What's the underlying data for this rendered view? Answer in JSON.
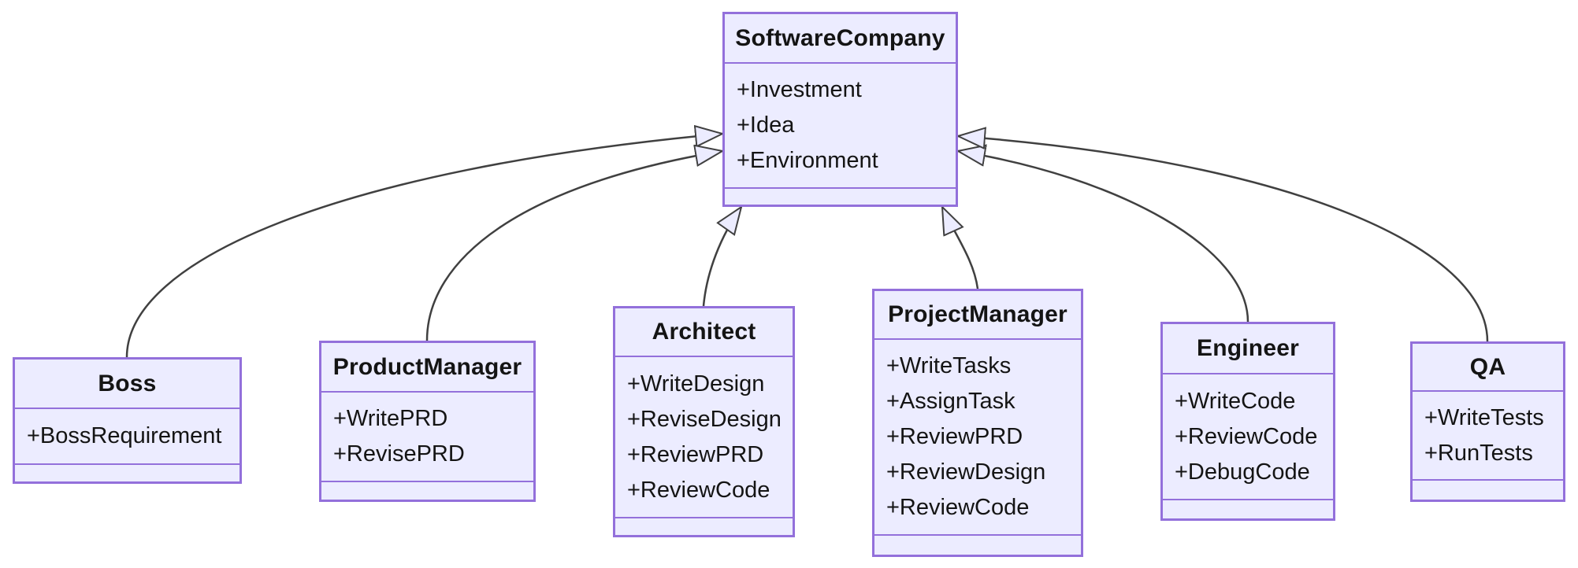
{
  "diagram": {
    "kind": "uml-class-diagram",
    "colors": {
      "background": "#ffffff",
      "node_fill": "#ECECFF",
      "node_border": "#9370DB",
      "edge_line": "#404040",
      "arrowhead_fill": "#ECECFF",
      "text": "#141414"
    },
    "classes": [
      {
        "name": "SoftwareCompany",
        "attributes": [
          "+Investment",
          "+Idea",
          "+Environment"
        ],
        "methods": []
      },
      {
        "name": "Boss",
        "attributes": [
          "+BossRequirement"
        ],
        "methods": []
      },
      {
        "name": "ProductManager",
        "attributes": [
          "+WritePRD",
          "+RevisePRD"
        ],
        "methods": []
      },
      {
        "name": "Architect",
        "attributes": [
          "+WriteDesign",
          "+ReviseDesign",
          "+ReviewPRD",
          "+ReviewCode"
        ],
        "methods": []
      },
      {
        "name": "ProjectManager",
        "attributes": [
          "+WriteTasks",
          "+AssignTask",
          "+ReviewPRD",
          "+ReviewDesign",
          "+ReviewCode"
        ],
        "methods": []
      },
      {
        "name": "Engineer",
        "attributes": [
          "+WriteCode",
          "+ReviewCode",
          "+DebugCode"
        ],
        "methods": []
      },
      {
        "name": "QA",
        "attributes": [
          "+WriteTests",
          "+RunTests"
        ],
        "methods": []
      }
    ],
    "edges": [
      {
        "from": "Boss",
        "to": "SoftwareCompany",
        "relation": "inheritance"
      },
      {
        "from": "ProductManager",
        "to": "SoftwareCompany",
        "relation": "inheritance"
      },
      {
        "from": "Architect",
        "to": "SoftwareCompany",
        "relation": "inheritance"
      },
      {
        "from": "ProjectManager",
        "to": "SoftwareCompany",
        "relation": "inheritance"
      },
      {
        "from": "Engineer",
        "to": "SoftwareCompany",
        "relation": "inheritance"
      },
      {
        "from": "QA",
        "to": "SoftwareCompany",
        "relation": "inheritance"
      }
    ]
  }
}
